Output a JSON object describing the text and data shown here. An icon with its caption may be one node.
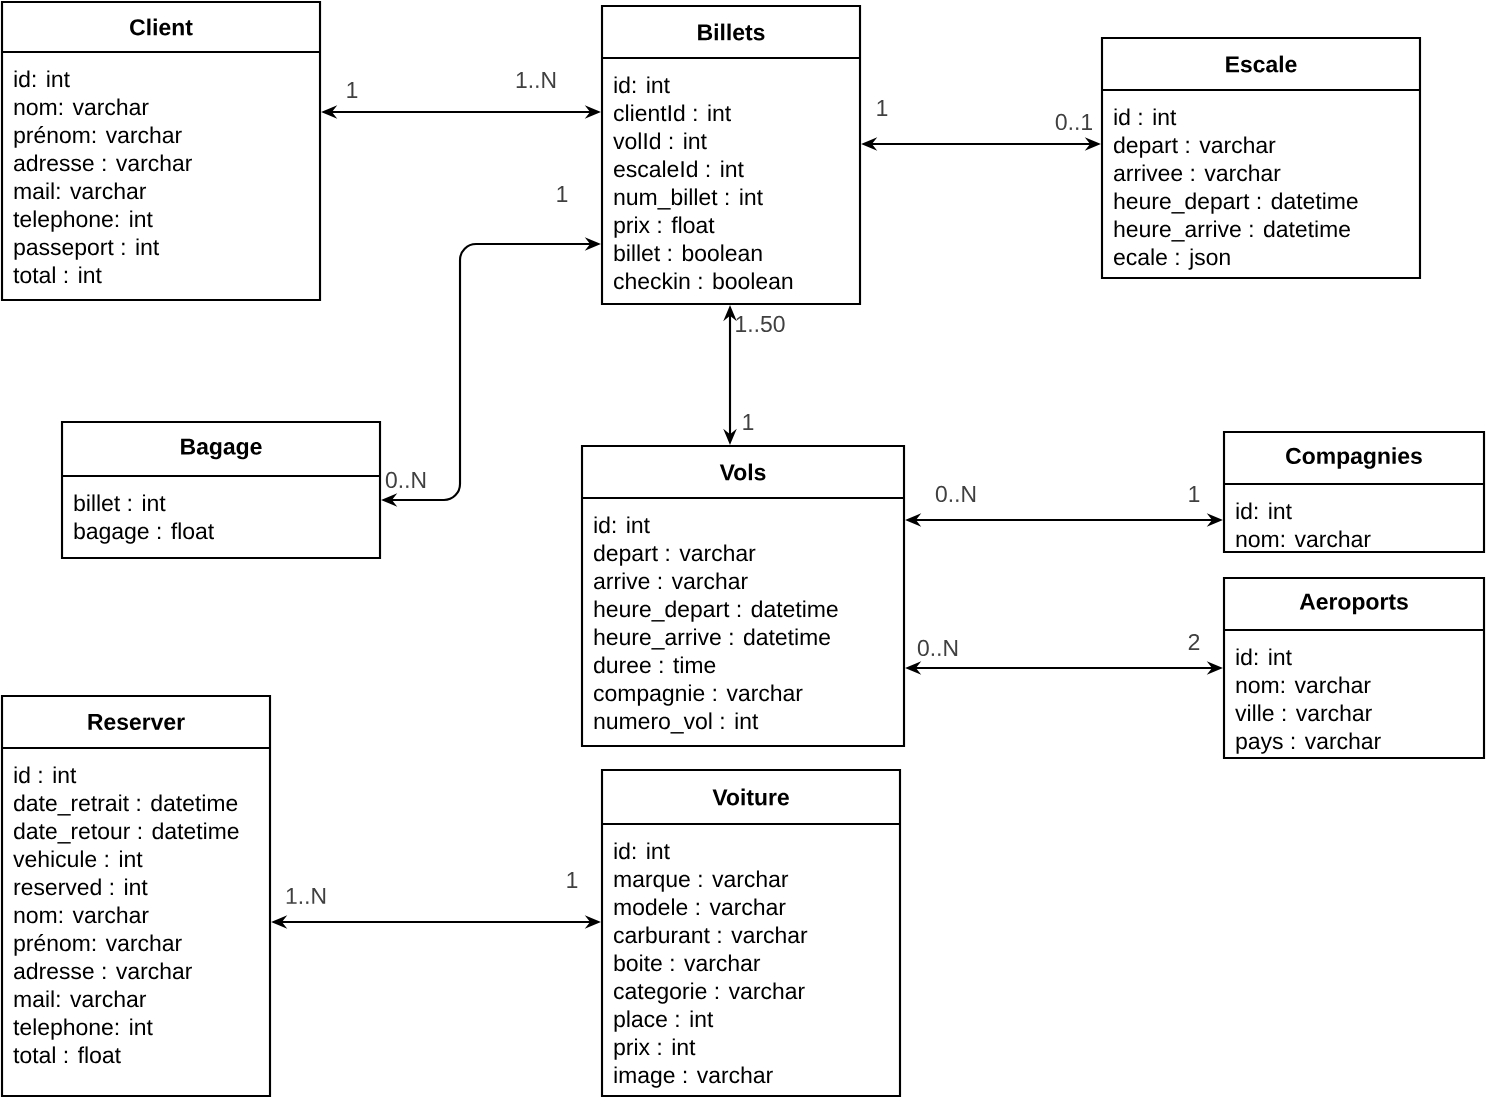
{
  "diagram": {
    "nodes": [
      {
        "text": [
          "Client",
          "id: int",
          "nom: varchar",
          "prénom: varchar",
          "adresse : varchar",
          "mail: varchar",
          "telephone: int",
          "passeport : int",
          "total : int"
        ]
      },
      {
        "text": [
          "Billets",
          "id: int",
          "clientId : int",
          "volId : int",
          "escaleId : int",
          "num_billet : int",
          "prix : float",
          "billet : boolean",
          "checkin : boolean"
        ]
      },
      {
        "text": [
          "Escale",
          "id : int",
          "depart : varchar",
          "arrivee : varchar",
          "heure_depart : datetime",
          "heure_arrive : datetime",
          "ecale : json"
        ]
      },
      {
        "text": [
          "Bagage",
          "billet : int",
          "bagage : float"
        ]
      },
      {
        "text": [
          "Vols",
          "id: int",
          "depart : varchar",
          "arrive : varchar",
          "heure_depart : datetime",
          "heure_arrive : datetime",
          "duree : time",
          "compagnie : varchar",
          "numero_vol : int"
        ]
      },
      {
        "text": [
          "Compagnies",
          "id: int",
          "nom: varchar"
        ]
      },
      {
        "text": [
          "Aeroports",
          "id: int",
          "nom: varchar",
          "ville : varchar",
          "pays : varchar"
        ]
      },
      {
        "text": [
          "Reserver",
          "id : int",
          "date_retrait : datetime",
          "date_retour : datetime",
          "vehicule : int",
          "reserved : int",
          "nom: varchar",
          "prénom: varchar",
          "adresse : varchar",
          "mail: varchar",
          "telephone: int",
          "total : float"
        ]
      },
      {
        "text": [
          "Voiture",
          "id: int",
          "marque : varchar",
          "modele : varchar",
          "carburant : varchar",
          "boite : varchar",
          "categorie : varchar",
          "place : int",
          "prix : int",
          "image : varchar"
        ]
      }
    ],
    "edges": [
      {
        "from": 0,
        "to": 1,
        "arrow": "both"
      },
      {
        "from": 1,
        "to": 2,
        "arrow": "both"
      },
      {
        "from": 1,
        "to": 3,
        "arrow": "both"
      },
      {
        "from": 1,
        "to": 4,
        "arrow": "both"
      },
      {
        "from": 4,
        "to": 5,
        "arrow": "both"
      },
      {
        "from": 4,
        "to": 6,
        "arrow": "both"
      },
      {
        "from": 7,
        "to": 8,
        "arrow": "both"
      }
    ],
    "labels": [
      "1",
      "1..N",
      "1",
      "0..1",
      "1",
      "0..N",
      "1..50",
      "1",
      "0..N",
      "1",
      "0..N",
      "2",
      "1..N",
      "1"
    ]
  }
}
